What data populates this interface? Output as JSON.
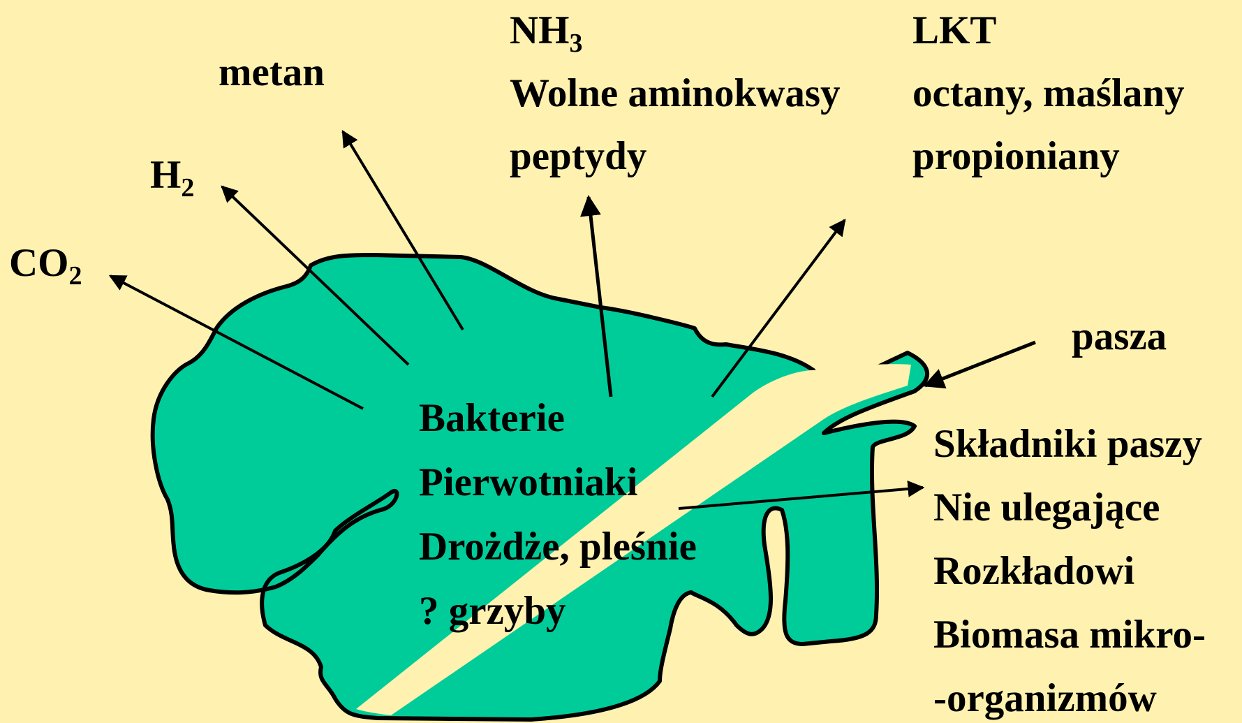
{
  "colors": {
    "background": "#FFF2B0",
    "rumen_fill": "#00CC99",
    "outline": "#000000"
  },
  "labels": {
    "metan": "metan",
    "h2": {
      "base": "H",
      "sub": "2"
    },
    "co2": {
      "base": "CO",
      "sub": "2"
    },
    "nh3": {
      "base": "NH",
      "sub": "3"
    },
    "aminokwasy": "Wolne aminokwasy",
    "peptydy": "peptydy",
    "lkt": "LKT",
    "octany": "octany, maślany",
    "propioniany": "propioniany",
    "pasza": "pasza",
    "microbes": [
      "Bakterie",
      "Pierwotniaki",
      "Drożdże, pleśnie",
      "? grzyby"
    ],
    "outputs": [
      "Składniki paszy",
      "Nie ulegające",
      "Rozkładowi",
      "Biomasa mikro-",
      "-organizmów"
    ]
  }
}
